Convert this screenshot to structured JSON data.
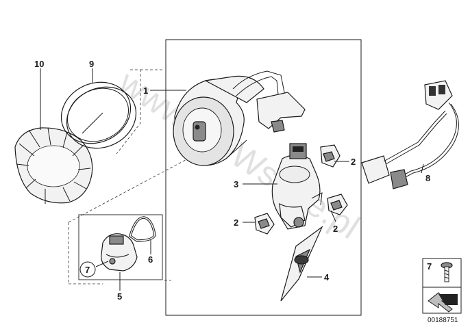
{
  "watermark": "www.BMWstore.pl",
  "callouts": {
    "c1": "1",
    "c2a": "2",
    "c2b": "2",
    "c2c": "2",
    "c3": "3",
    "c4": "4",
    "c5": "5",
    "c6": "6",
    "c7": "7",
    "c8": "8",
    "c9": "9",
    "c10": "10"
  },
  "legend": {
    "label": "7",
    "code": "00188751"
  }
}
